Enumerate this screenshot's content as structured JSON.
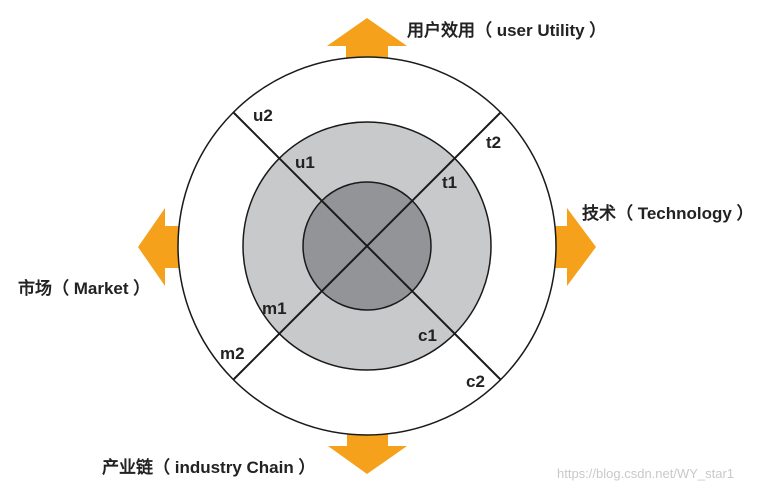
{
  "colors": {
    "arrow": "#f5a11b",
    "outer_ring": "#ffffff",
    "middle_ring": "#c8c9ca",
    "inner_core": "#929497",
    "stroke": "#1a1a1a"
  },
  "axes": {
    "top": "用户效用（ user Utility ）",
    "right": "技术（ Technology ）",
    "left": "市场（ Market ）",
    "bottom": "产业链（ industry Chain ）"
  },
  "ring_labels": {
    "u1": "u1",
    "u2": "u2",
    "t1": "t1",
    "t2": "t2",
    "m1": "m1",
    "m2": "m2",
    "c1": "c1",
    "c2": "c2"
  },
  "watermark": "https://blog.csdn.net/WY_star1"
}
